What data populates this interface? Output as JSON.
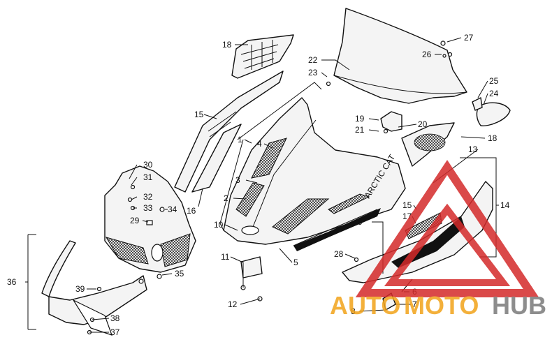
{
  "diagram": {
    "callouts": [
      {
        "id": "n18a",
        "label": "18"
      },
      {
        "id": "n22",
        "label": "22"
      },
      {
        "id": "n23",
        "label": "23"
      },
      {
        "id": "n27",
        "label": "27"
      },
      {
        "id": "n26",
        "label": "26"
      },
      {
        "id": "n25",
        "label": "25"
      },
      {
        "id": "n24",
        "label": "24"
      },
      {
        "id": "n15a",
        "label": "15"
      },
      {
        "id": "n1",
        "label": "1"
      },
      {
        "id": "n4",
        "label": "4"
      },
      {
        "id": "n19",
        "label": "19"
      },
      {
        "id": "n21",
        "label": "21"
      },
      {
        "id": "n20",
        "label": "20"
      },
      {
        "id": "n18b",
        "label": "18"
      },
      {
        "id": "n13",
        "label": "13"
      },
      {
        "id": "n30",
        "label": "30"
      },
      {
        "id": "n31",
        "label": "31"
      },
      {
        "id": "n3",
        "label": "3"
      },
      {
        "id": "n2",
        "label": "2"
      },
      {
        "id": "n32",
        "label": "32"
      },
      {
        "id": "n33",
        "label": "33"
      },
      {
        "id": "n16",
        "label": "16"
      },
      {
        "id": "n34",
        "label": "34"
      },
      {
        "id": "n29",
        "label": "29"
      },
      {
        "id": "n10",
        "label": "10"
      },
      {
        "id": "n15b",
        "label": "15"
      },
      {
        "id": "n17",
        "label": "17"
      },
      {
        "id": "n14",
        "label": "14"
      },
      {
        "id": "n9",
        "label": "9"
      },
      {
        "id": "n36",
        "label": "36"
      },
      {
        "id": "n11",
        "label": "11"
      },
      {
        "id": "n28",
        "label": "28"
      },
      {
        "id": "n5",
        "label": "5"
      },
      {
        "id": "n35",
        "label": "35"
      },
      {
        "id": "n39",
        "label": "39"
      },
      {
        "id": "n6",
        "label": "6"
      },
      {
        "id": "n12",
        "label": "12"
      },
      {
        "id": "n7",
        "label": "7"
      },
      {
        "id": "n8",
        "label": "8"
      },
      {
        "id": "n38",
        "label": "38"
      },
      {
        "id": "n37",
        "label": "37"
      }
    ],
    "decal_text": "ARCTIC CAT"
  },
  "watermark": {
    "part1": "AUTO",
    "part2": "MOTO",
    "part3": "HUB",
    "colors": {
      "orange": "#f2a31a",
      "gray": "#7a7a7a",
      "red": "#d42a2a"
    }
  }
}
